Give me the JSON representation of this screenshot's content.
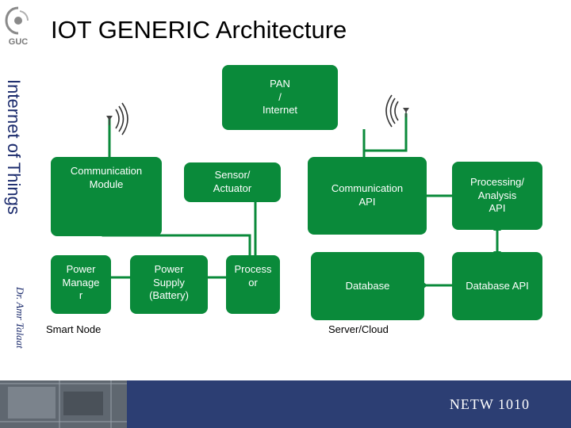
{
  "slide": {
    "title": "IOT GENERIC Architecture",
    "vertical_title": "Internet of Things",
    "author": "Dr. Amr Talaat",
    "course_code": "NETW 1010",
    "logo_text": "GUC"
  },
  "colors": {
    "box_fill": "#0a8a3a",
    "wire": "#0a8a3a",
    "footer": "#2c3e73"
  },
  "boxes": {
    "pan": "PAN\n/\nInternet",
    "comm_module": "Communication\nModule",
    "sensor": "Sensor/\nActuator",
    "power_manager": "Power\nManage\nr",
    "power_supply": "Power\nSupply\n(Battery)",
    "processor": "Process\nor",
    "comm_api": "Communication\nAPI",
    "processing_api": "Processing/\nAnalysis\nAPI",
    "database": "Database",
    "database_api": "Database API"
  },
  "captions": {
    "smart_node": "Smart Node",
    "server_cloud": "Server/Cloud"
  },
  "icons": [
    "antenna-icon",
    "arrow-icon"
  ]
}
